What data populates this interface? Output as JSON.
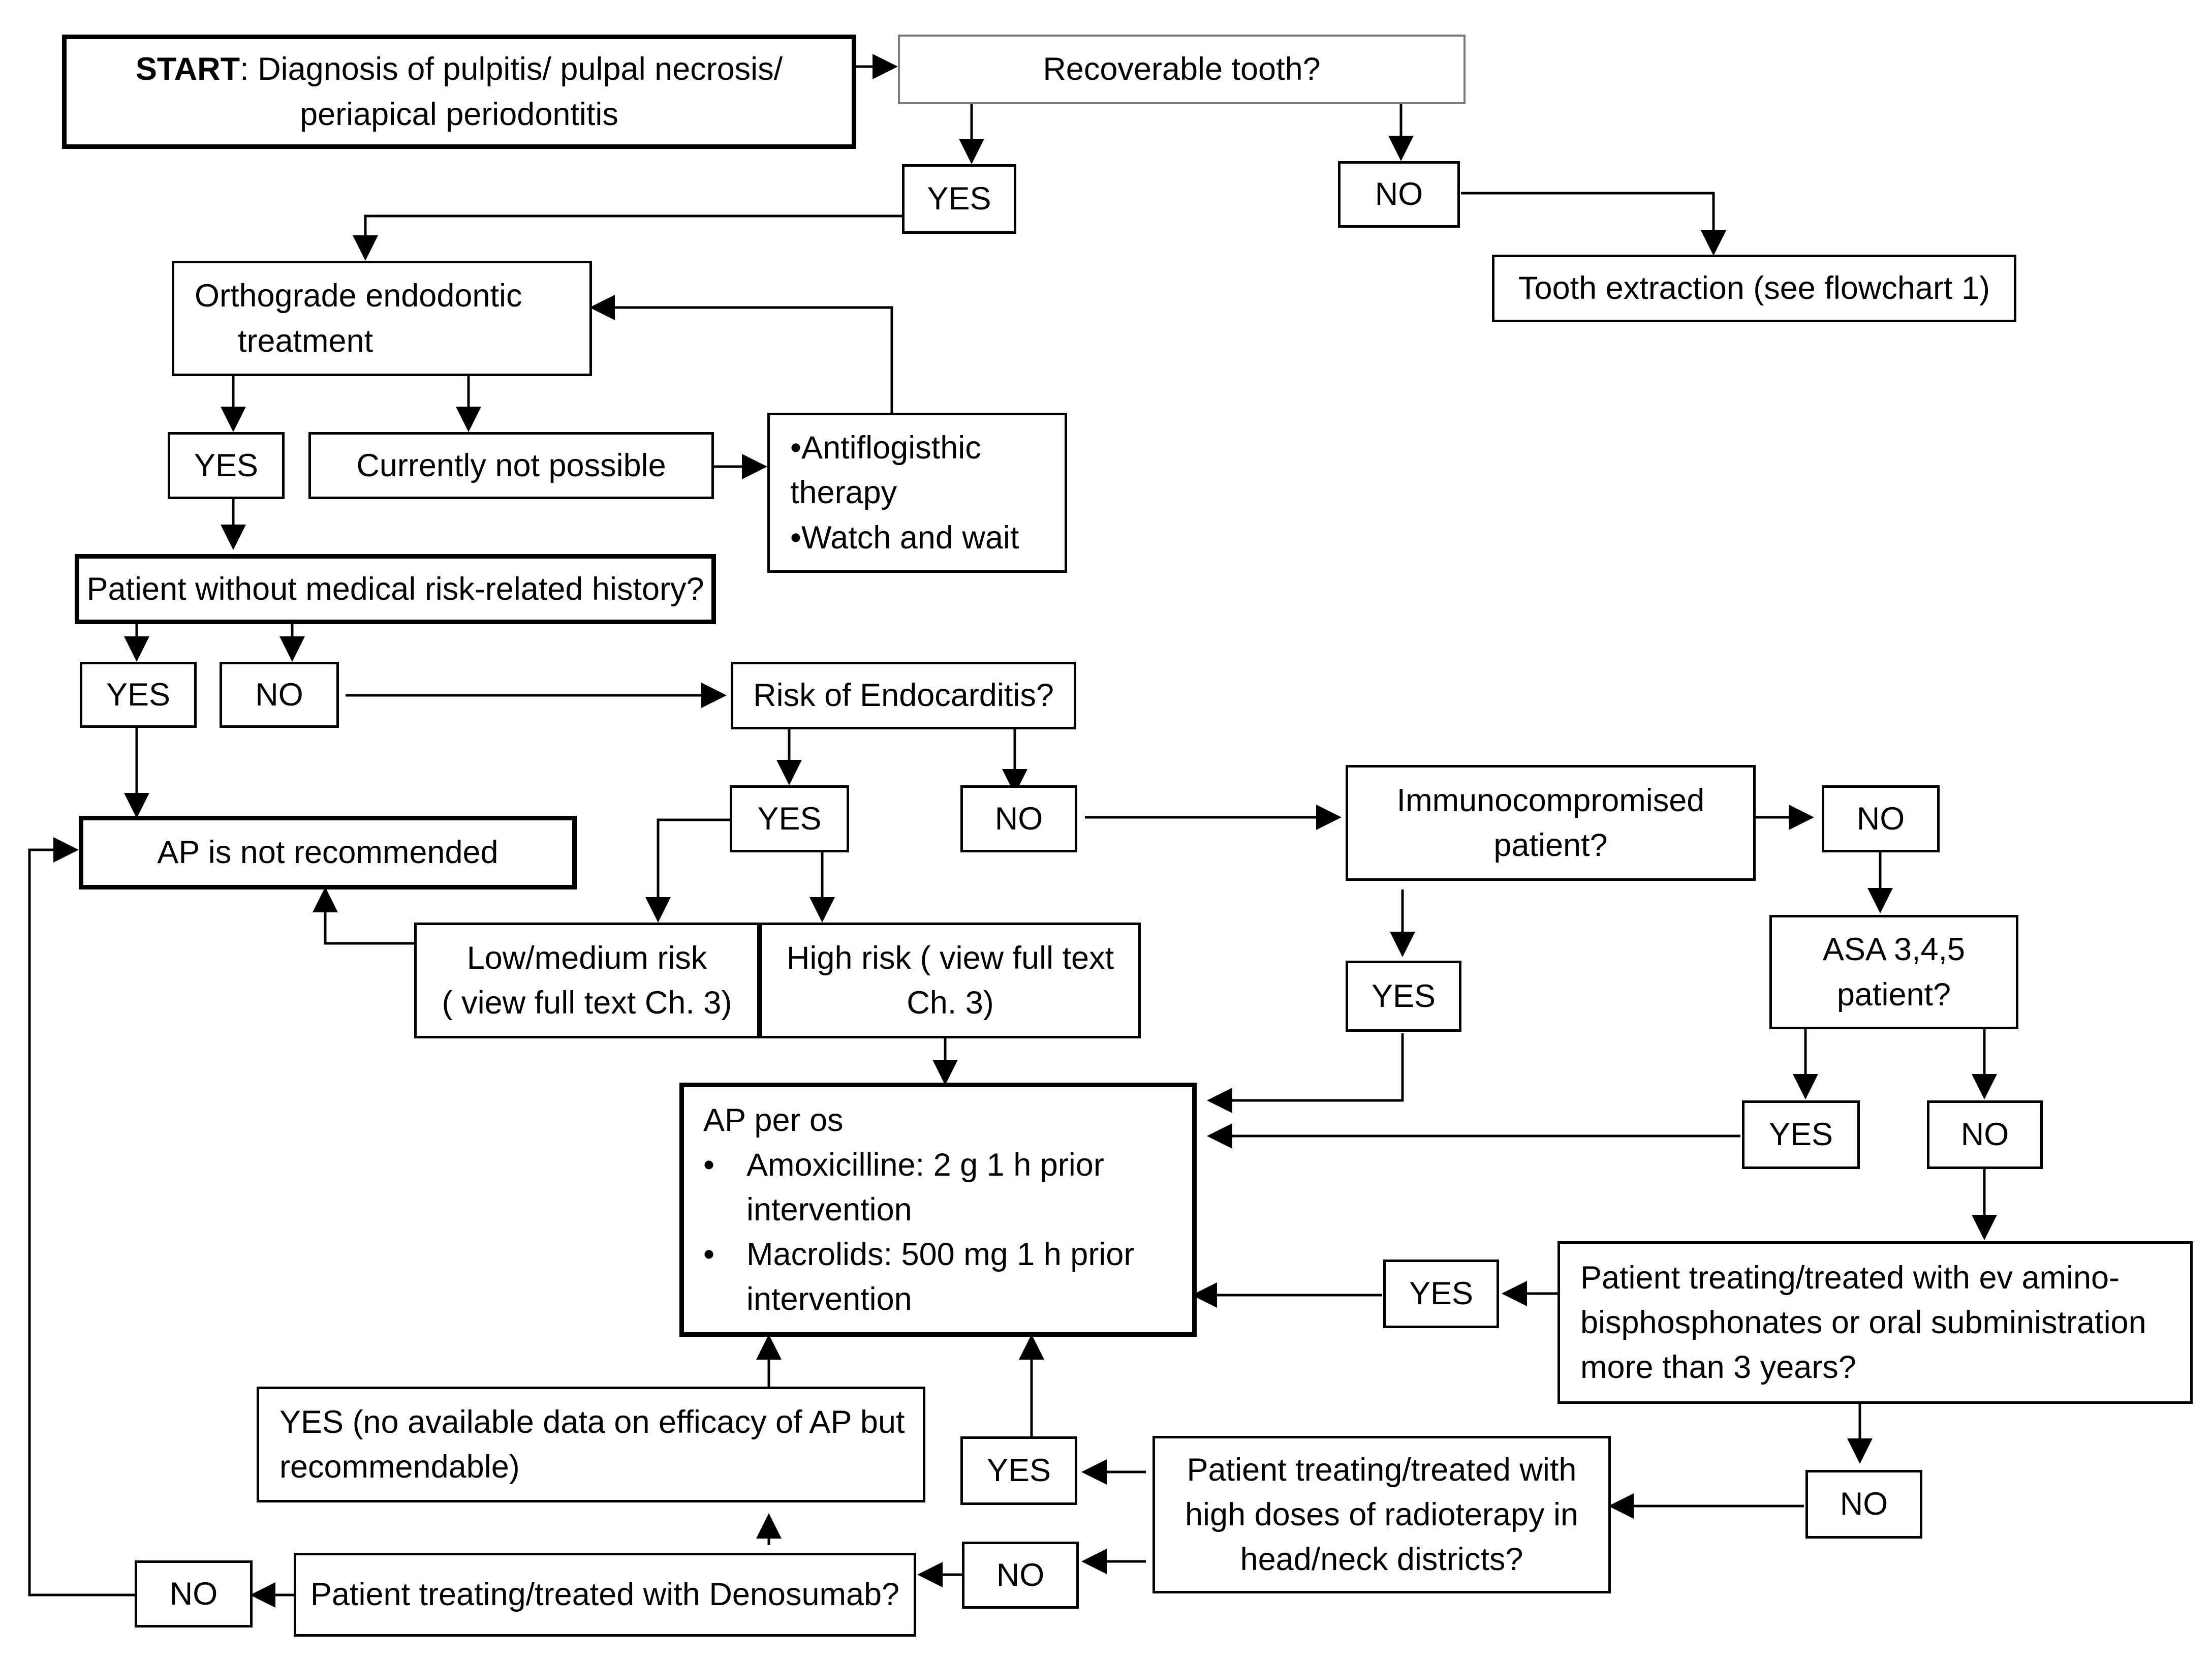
{
  "nodes": {
    "start": {
      "prefix": "START",
      "rest": ": Diagnosis of pulpitis/ pulpal necrosis/",
      "line2": "periapical periodontitis"
    },
    "recoverable": {
      "text": "Recoverable  tooth?"
    },
    "yes1": {
      "text": "YES"
    },
    "no1": {
      "text": "NO"
    },
    "extraction": {
      "text": "Tooth extraction (see flowchart 1)"
    },
    "ortho": {
      "line1": "Orthograde endodontic",
      "line2": "treatment"
    },
    "yes2": {
      "text": "YES"
    },
    "notpossible": {
      "text": "Currently not possible"
    },
    "antiflog": {
      "line1": "•Antiflogisthic",
      "line2": "therapy",
      "line3": "•Watch and wait"
    },
    "nohistory": {
      "text": "Patient without medical risk-related history?"
    },
    "yes3": {
      "text": "YES"
    },
    "no3": {
      "text": "NO"
    },
    "endocarditis": {
      "text": "Risk of Endocarditis?"
    },
    "notrec": {
      "text": "AP is not recommended"
    },
    "yes4": {
      "text": "YES"
    },
    "no4": {
      "text": "NO"
    },
    "immuno": {
      "line1": "Immunocompromised",
      "line2": "patient?"
    },
    "no5": {
      "text": "NO"
    },
    "lowmed": {
      "line1": "Low/medium  risk",
      "line2": "( view full text Ch. 3)"
    },
    "highrisk": {
      "line1": "High risk ( view full text",
      "line2": "Ch. 3)"
    },
    "yes5": {
      "text": "YES"
    },
    "asa": {
      "line1": "ASA 3,4,5",
      "line2": "patient?"
    },
    "appos": {
      "title": "AP per os",
      "bullet1_a": "Amoxicilline:  2 g 1 h prior",
      "bullet1_b": "intervention",
      "bullet2_a": "Macrolids: 500 mg 1 h prior",
      "bullet2_b": "intervention"
    },
    "yes6": {
      "text": "YES"
    },
    "no6": {
      "text": "NO"
    },
    "yes7": {
      "text": "YES"
    },
    "bisphos": {
      "line1": "Patient treating/treated with ev  amino-",
      "line2": "bisphosphonates  or oral subministration",
      "line3": "more than 3 years?"
    },
    "yesnodata": {
      "line1": "YES (no available  data on efficacy of AP but",
      "line2": "recommendable)"
    },
    "yes8": {
      "text": "YES"
    },
    "radio": {
      "line1": "Patient treating/treated with",
      "line2": "high doses of radioterapy in",
      "line3": "head/neck districts?"
    },
    "no7": {
      "text": "NO"
    },
    "no8": {
      "text": "NO"
    },
    "deno": {
      "text": "Patient treating/treated with Denosumab?"
    },
    "no9": {
      "text": "NO"
    }
  }
}
